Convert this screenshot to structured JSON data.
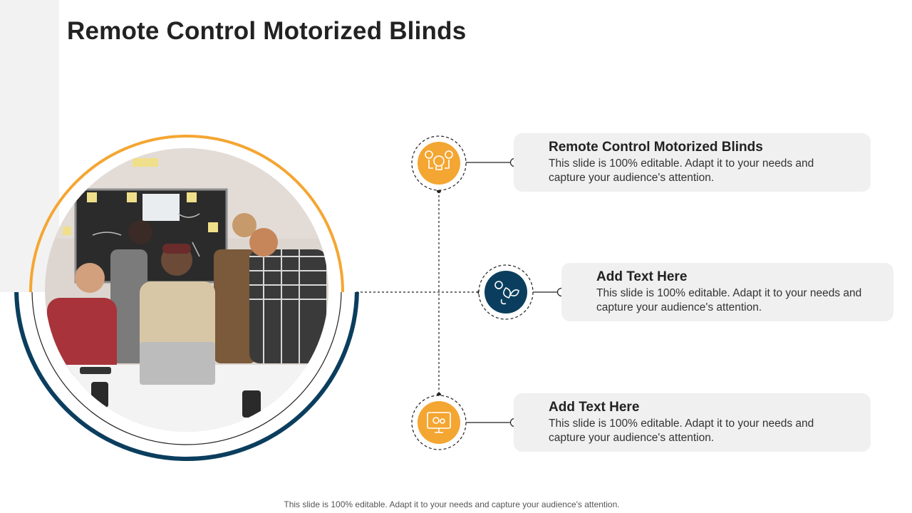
{
  "slide": {
    "title": "Remote Control Motorized Blinds",
    "footer_note": "This slide is 100% editable. Adapt it to your needs and capture your audience's attention."
  },
  "items": [
    {
      "title": "Remote Control Motorized Blinds",
      "description": "This slide is 100% editable. Adapt it to your needs and capture your audience's attention.",
      "icon": "gear-bulb-icon",
      "icon_color": "#f4a632"
    },
    {
      "title": "Add Text Here",
      "description": "This slide is 100% editable. Adapt it to your needs and capture your audience's attention.",
      "icon": "growth-idea-icon",
      "icon_color": "#0b3e5e"
    },
    {
      "title": "Add Text Here",
      "description": "This slide is 100% editable. Adapt it to your needs and capture your audience's attention.",
      "icon": "monitor-gear-icon",
      "icon_color": "#f4a632"
    }
  ],
  "colors": {
    "accent_orange": "#f4a632",
    "accent_navy": "#0b3e5e",
    "card_background": "#f0f0f0",
    "side_panel": "#f2f2f2"
  },
  "photo": {
    "subject": "team-around-laptop-photo"
  }
}
